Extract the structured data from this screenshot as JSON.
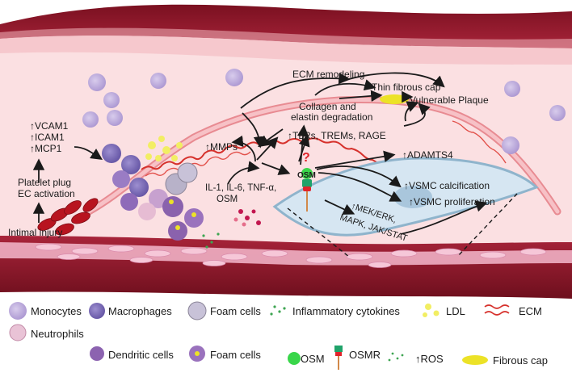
{
  "labels": {
    "vcam1": "↑VCAM1",
    "icam1": "↑ICAM1",
    "mcp1": "↑MCP1",
    "platelet_plug": "Platelet plug",
    "ec_activation": "EC activation",
    "intimal_injury": "Intimal injury",
    "il": "IL-1, IL-6, TNF-α,",
    "osm_cyt": "OSM",
    "mmps": "↑MMPs",
    "tlrs": "↑TLRs, TREMs, RAGE",
    "ecm_remodeling": "ECM remodeling",
    "collagen1": "Collagen and",
    "collagen2": "elastin degradation",
    "thin_cap": "Thin fibrous cap",
    "vulnerable": "Vulnerable Plaque",
    "adamts4": "↑ADAMTS4",
    "osm_receptor": "OSM",
    "question": "?",
    "vsmc_calc": "↑VSMC calcification",
    "vsmc_prolif": "↑VSMC proliferation",
    "mek1": "↑MEK/ERK,",
    "mek2": "MAPK, JAK/STAT"
  },
  "legend": {
    "monocytes": "Monocytes",
    "neutrophils": "Neutrophils",
    "macrophages": "Macrophages",
    "dendritic": "Dendritic cells",
    "foam1": "Foam cells",
    "foam2": "Foam cells",
    "cytokines": "Inflammatory cytokines",
    "osm": "OSM",
    "osmr": "OSMR",
    "ros": "↑ROS",
    "ldl": "LDL",
    "ecm": "ECM",
    "fibrous_cap": "Fibrous cap"
  },
  "colors": {
    "vessel_wall": "#9b1b2c",
    "lumen": "#fbe0e2",
    "monocyte": "#b7a3d6",
    "macrophage": "#7e6db8",
    "dendritic": "#8c63b0",
    "ldl": "#f2ee63",
    "ecm": "#d6312c",
    "fibrous_cap": "#ece227",
    "vsmc": "#d6e6f2",
    "osm_green": "#39d64a",
    "question": "#e0242b"
  }
}
